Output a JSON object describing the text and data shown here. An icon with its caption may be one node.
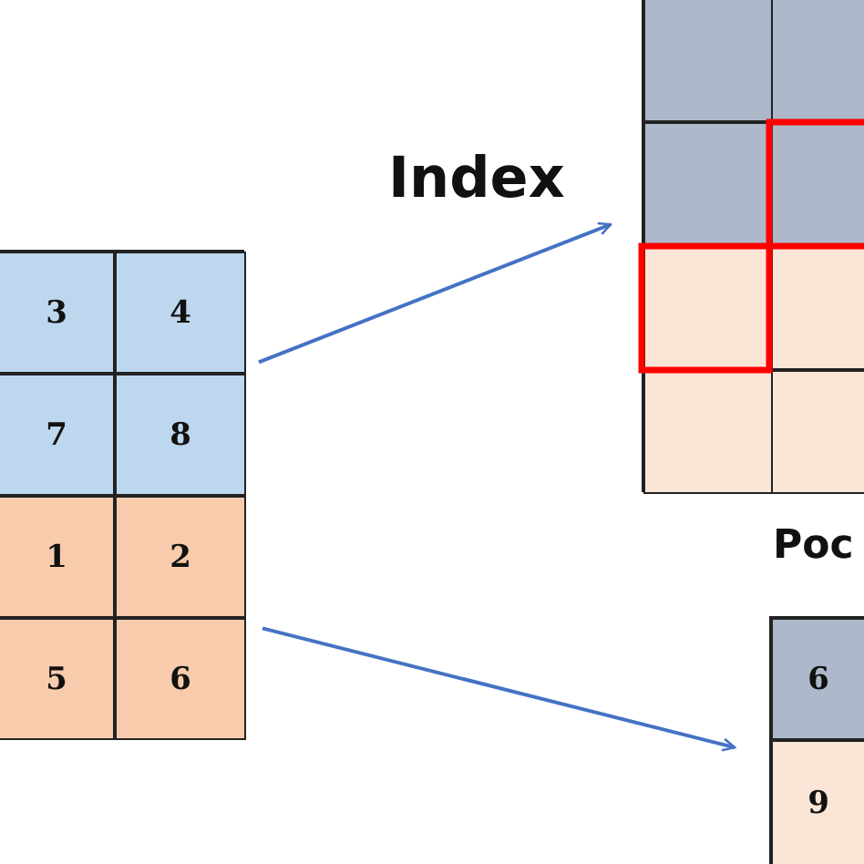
{
  "diagram": {
    "nodes": [
      {
        "text": [],
        "shape": "box"
      },
      {
        "text": [
          "3"
        ],
        "in": 0
      },
      {
        "text": [
          "4"
        ],
        "in": 0
      },
      {
        "text": [
          "7"
        ],
        "in": 0
      },
      {
        "text": [
          "8"
        ],
        "in": 0
      },
      {
        "text": [],
        "shape": "box"
      },
      {
        "text": [
          "1"
        ],
        "in": 5
      },
      {
        "text": [
          "2"
        ],
        "in": 5
      },
      {
        "text": [
          "5"
        ],
        "in": 5
      },
      {
        "text": [
          "6"
        ],
        "in": 5
      },
      {
        "text": [],
        "shape": "box"
      },
      {
        "text": [],
        "shape": "box",
        "in": 10
      },
      {
        "text": [],
        "shape": "box",
        "in": 10
      },
      {
        "text": [],
        "shape": "box",
        "in": 10
      },
      {
        "text": [],
        "shape": "box",
        "in": 10
      },
      {
        "text": [],
        "shape": "box",
        "in": 10
      },
      {
        "text": [],
        "shape": "box",
        "in": 10
      },
      {
        "text": [],
        "shape": "box",
        "in": 10
      },
      {
        "text": [],
        "shape": "box",
        "in": 10
      },
      {
        "text": [],
        "shape": "box"
      },
      {
        "text": [
          "6"
        ],
        "in": 19
      },
      {
        "text": [
          "9"
        ],
        "in": 19
      }
    ],
    "edges": [
      {
        "from": 0,
        "to": 10,
        "arrow": "to"
      },
      {
        "from": 5,
        "to": 19,
        "arrow": "to"
      }
    ],
    "labels": [
      "Index",
      "Poc"
    ]
  }
}
